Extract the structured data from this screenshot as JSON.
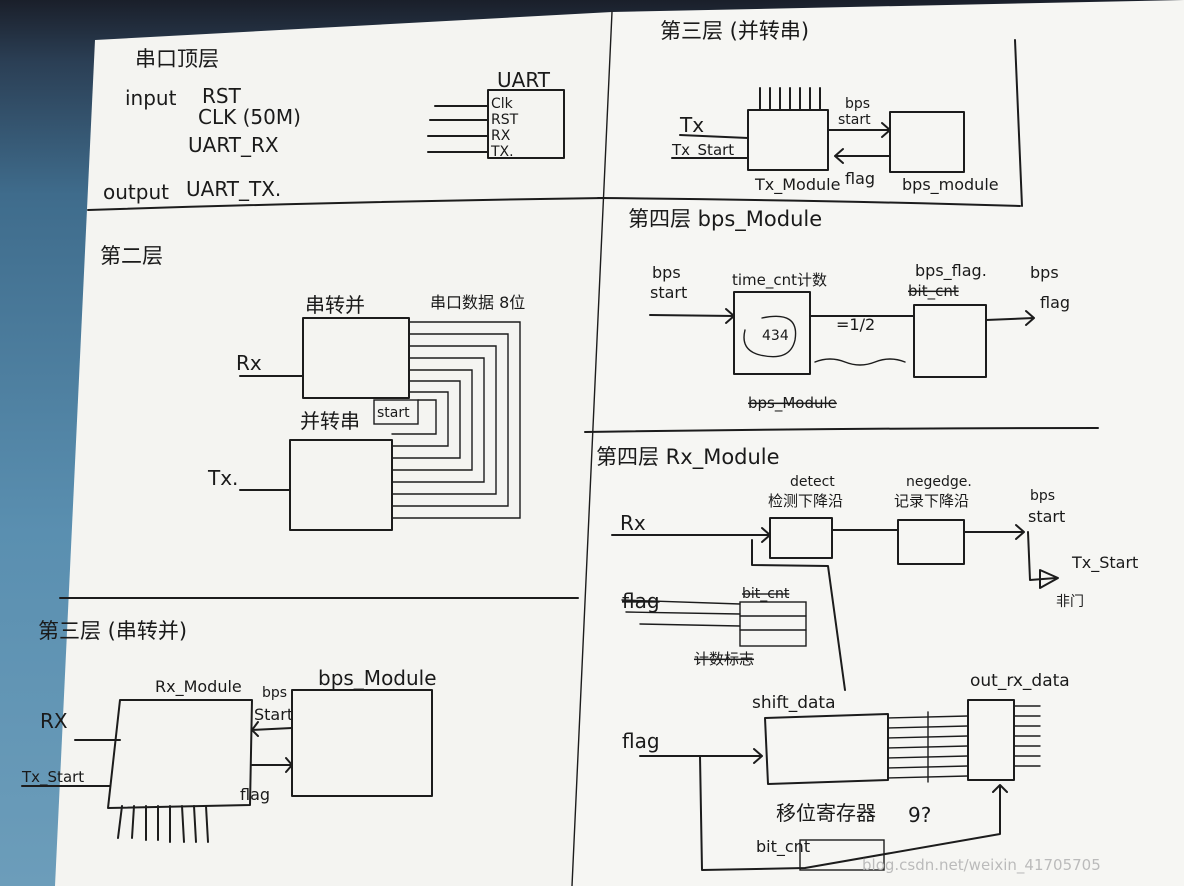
{
  "top_layer": {
    "title": "串口顶层",
    "input_label": "input",
    "inputs": [
      "RST",
      "CLK (50M)",
      "UART_RX"
    ],
    "output_label": "output",
    "output": "UART_TX.",
    "module_name": "UART",
    "ports": [
      "Clk",
      "RST",
      "RX",
      "TX."
    ]
  },
  "second_layer": {
    "title": "第二层",
    "s2p_label": "串转并",
    "data_label": "串口数据 8位",
    "rx_label": "Rx",
    "p2s_label": "并转串",
    "start_label": "start",
    "tx_label": "Tx."
  },
  "third_s2p": {
    "title": "第三层 (串转并)",
    "rx_module": "Rx_Module",
    "bps_module": "bps_Module",
    "bps_label": "bps",
    "start_label": "Start",
    "flag_label": "flag",
    "rx_label": "RX",
    "tx_start_label": "Tx_Start"
  },
  "third_p2s": {
    "title": "第三层 (并转串)",
    "tx_label": "Tx",
    "tx_start_label": "Tx_Start",
    "bps_label": "bps",
    "start_label": "start",
    "flag_label": "flag",
    "tx_module": "Tx_Module",
    "bps_module": "bps_module"
  },
  "fourth_bps": {
    "title": "第四层 bps_Module",
    "bps_start_1": "bps",
    "bps_start_2": "start",
    "time_cnt": "time_cnt计数",
    "counter_value": "434",
    "eq_label": "=1/2",
    "bps_flag": "bps_flag.",
    "bit_cnt": "bit_cnt",
    "out_bps": "bps",
    "out_flag": "flag",
    "module_label": "bps_Module"
  },
  "fourth_rx": {
    "title": "第四层 Rx_Module",
    "rx_label": "Rx",
    "detect_en": "detect",
    "detect_cn": "检测下降沿",
    "negedge_en": "negedge.",
    "negedge_cn": "记录下降沿",
    "bps_1": "bps",
    "start_1": "start",
    "tx_start": "Tx_Start",
    "gate_label": "非门",
    "flag_label": "flag",
    "bit_cnt": "bit_cnt",
    "count_label": "计数标志",
    "shift_data": "shift_data",
    "out_rx_data": "out_rx_data",
    "shift_reg": "移位寄存器",
    "question": "9?",
    "bit_cnt_2": "bit_cnt"
  },
  "watermark": "blog.csdn.net/weixin_41705705"
}
